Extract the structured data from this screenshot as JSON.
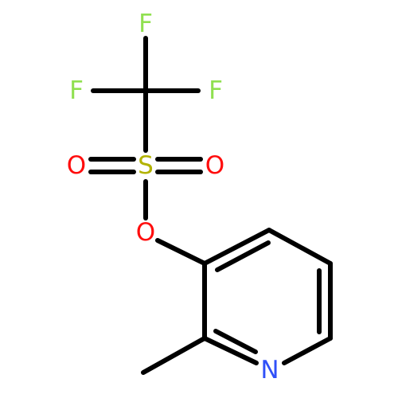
{
  "colors": {
    "bond": "#000000",
    "fluorine": "#90e050",
    "oxygen": "#ff0d0d",
    "sulfur": "#b2b200",
    "nitrogen": "#3050f8",
    "background": "#ffffff"
  },
  "atoms": {
    "f_top": {
      "symbol": "F",
      "element": "fluorine"
    },
    "f_left": {
      "symbol": "F",
      "element": "fluorine"
    },
    "f_right": {
      "symbol": "F",
      "element": "fluorine"
    },
    "s": {
      "symbol": "S",
      "element": "sulfur"
    },
    "o_left": {
      "symbol": "O",
      "element": "oxygen"
    },
    "o_right": {
      "symbol": "O",
      "element": "oxygen"
    },
    "o_ester": {
      "symbol": "O",
      "element": "oxygen"
    },
    "n": {
      "symbol": "N",
      "element": "nitrogen"
    }
  }
}
